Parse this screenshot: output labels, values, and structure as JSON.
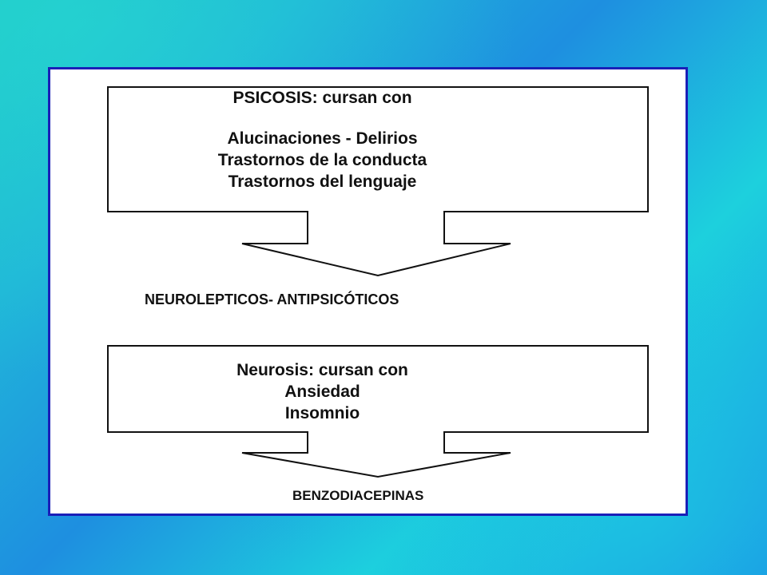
{
  "diagram": {
    "box1": {
      "heading": "PSICOSIS:  cursan con",
      "lines": [
        "Alucinaciones - Delirios",
        "Trastornos de la conducta",
        "Trastornos del lenguaje"
      ]
    },
    "arrow1_label": "NEUROLEPTICOS- ANTIPSICÓTICOS",
    "box2": {
      "heading": "Neurosis:  cursan con",
      "lines": [
        "Ansiedad",
        "Insomnio"
      ]
    },
    "arrow2_label": "BENZODIACEPINAS"
  },
  "colors": {
    "panel_border": "#1a1fb8",
    "background_teal": "#1fc7c9",
    "background_blue": "#1e8fe0"
  }
}
